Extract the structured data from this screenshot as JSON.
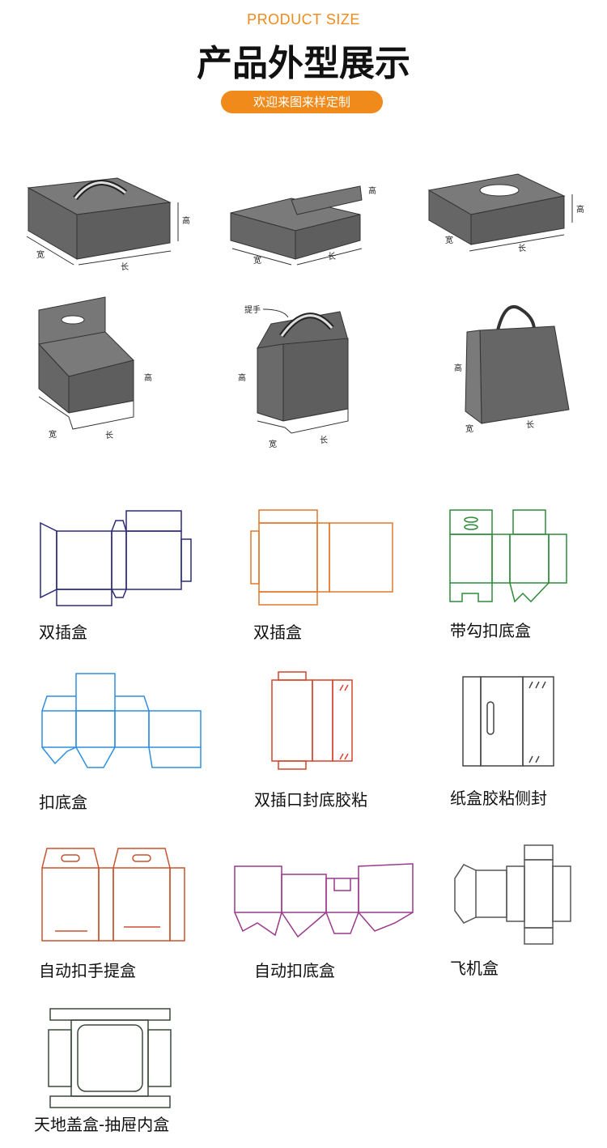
{
  "header": {
    "kicker": "PRODUCT SIZE",
    "title": "产品外型展示",
    "pill": "欢迎来图来样定制"
  },
  "dimension_labels": {
    "height": "高",
    "width": "宽",
    "length": "长",
    "handle": "提手"
  },
  "captions": {
    "d1": "双插盒",
    "d2": "双插盒",
    "d3": "带勾扣底盒",
    "d4": "扣底盒",
    "d5": "双插口封底胶粘",
    "d6": "纸盒胶粘侧封",
    "d7": "自动扣手提盒",
    "d8": "自动扣底盒",
    "d9": "飞机盒",
    "d10": "天地盖盒-抽屉内盒"
  },
  "colors": {
    "accent": "#f08a1a",
    "box_fill": "#707070",
    "navy": "#2b2a78",
    "orange": "#e0782a",
    "green": "#2e8b3a",
    "blue": "#2f8fe0",
    "red": "#d3442c",
    "gray": "#444444",
    "rust": "#c8532e",
    "purple": "#9a3a8a",
    "darkgray": "#555555",
    "darkgreen": "#3a4a3a"
  }
}
